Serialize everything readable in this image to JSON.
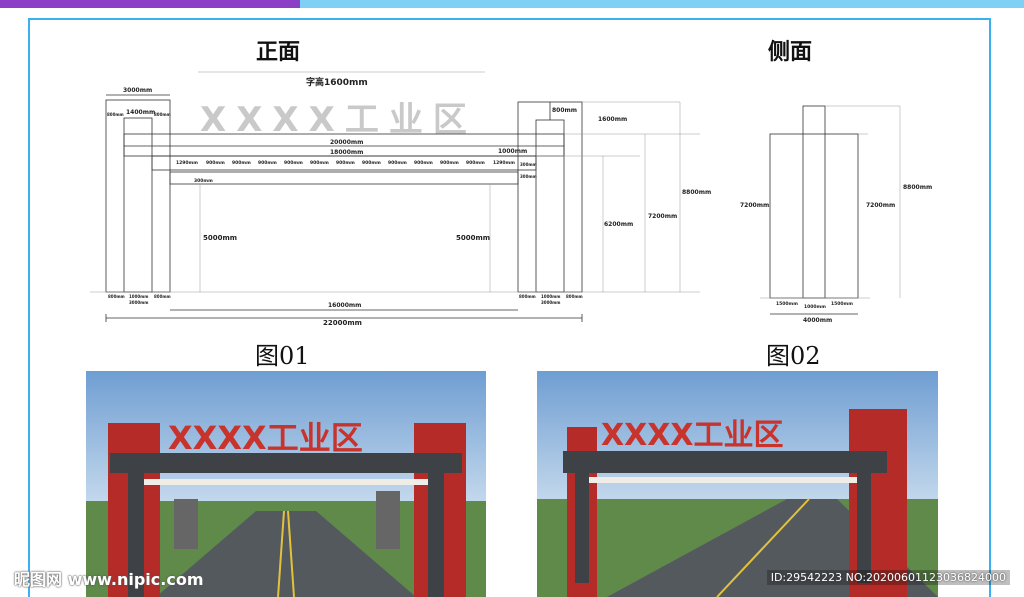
{
  "headings": {
    "front": "正面",
    "side": "侧面"
  },
  "captions": {
    "fig1": "图01",
    "fig2": "图02"
  },
  "front": {
    "sign_text": "XXXX工业区",
    "char_height": "字高1600mm",
    "dims": {
      "top_width": "3000mm",
      "inner_top": "1400mm",
      "left_col_a": "800mm",
      "left_col_b": "800mm",
      "right_top": "800mm",
      "right_top_h": "1600mm",
      "span_20000": "20000mm",
      "span_18000": "18000mm",
      "beam_1000": "1000mm",
      "seg_first": "1290mm",
      "seg": "900mm",
      "seg_last": "1290mm",
      "seg_300": "300mm",
      "v_300a": "300mm",
      "v_300b": "300mm",
      "h_5000_left": "5000mm",
      "h_5000_right": "5000mm",
      "h_6200": "6200mm",
      "h_7200": "7200mm",
      "h_8800": "8800mm",
      "base_800_l": "800mm",
      "base_1000_l": "1000mm",
      "base_800_l2": "800mm",
      "base_3000_l": "3000mm",
      "base_800_r": "800mm",
      "base_1000_r": "1000mm",
      "base_800_r2": "800mm",
      "base_3000_r": "3000mm",
      "inner_16000": "16000mm",
      "total_22000": "22000mm"
    }
  },
  "side": {
    "dims": {
      "h_7200_left": "7200mm",
      "h_7200_right": "7200mm",
      "h_8800": "8800mm",
      "b1": "1500mm",
      "b2": "1000mm",
      "b3": "1500mm",
      "total": "4000mm"
    }
  },
  "watermarks": {
    "left": "昵图网 www.nipic.com",
    "right": "ID:29542223 NO:20200601123036824000"
  },
  "colors": {
    "red": "#c2302c",
    "dark_gray": "#3f4246",
    "sky": "#7aa7d6",
    "road": "#555a5f"
  }
}
